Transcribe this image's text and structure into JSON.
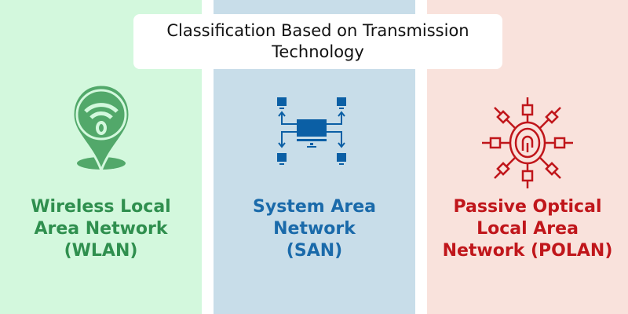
{
  "title": "Classification Based on Transmission Technology",
  "panels": [
    {
      "label": "Wireless Local\nArea Network\n(WLAN)",
      "icon": "wifi-location-pin-icon",
      "color": "#52a86a"
    },
    {
      "label": "System Area\nNetwork\n(SAN)",
      "icon": "network-computers-icon",
      "color": "#0b5fa5"
    },
    {
      "label": "Passive Optical\nLocal Area\nNetwork (POLAN)",
      "icon": "optical-network-icon",
      "color": "#c0161b"
    }
  ]
}
